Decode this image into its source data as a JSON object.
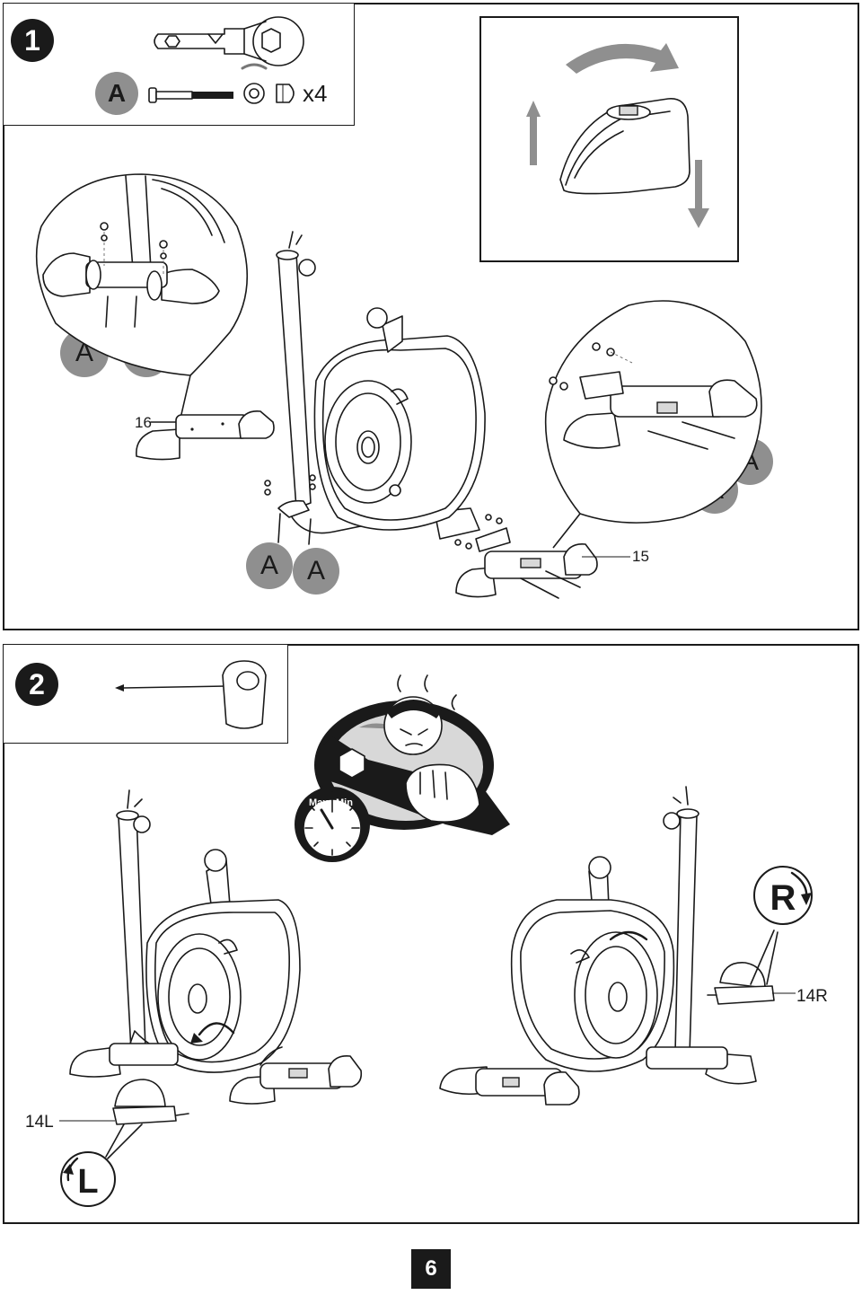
{
  "step1": {
    "number": "1",
    "hardware": {
      "part_letter": "A",
      "quantity": "x4"
    },
    "callouts": {
      "zoom_left": [
        "A",
        "A"
      ],
      "under_rear": [
        "A",
        "A"
      ],
      "zoom_right": [
        "A",
        "A"
      ]
    },
    "labels": {
      "rear_stabilizer": "16",
      "front_stabilizer": "15"
    }
  },
  "step2": {
    "number": "2",
    "gauge": {
      "max": "Max",
      "min": "Min"
    },
    "labels": {
      "right_pedal": "14R",
      "left_pedal": "14L"
    },
    "thread_marks": {
      "right": "R",
      "left": "L"
    }
  },
  "page": {
    "number": "6"
  }
}
